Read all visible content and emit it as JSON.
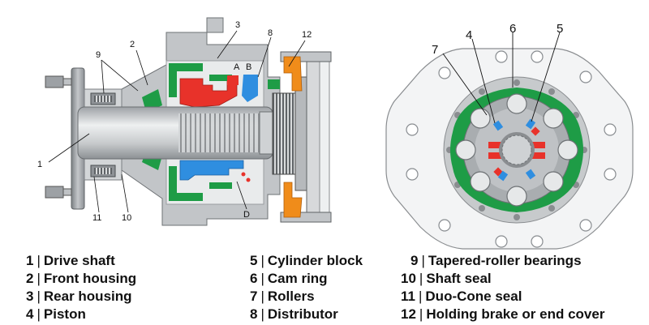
{
  "header": {
    "clipped_title": ""
  },
  "figures": {
    "section_view": {
      "callouts": [
        "1",
        "2",
        "3",
        "8",
        "12",
        "9",
        "10",
        "11",
        "D",
        "A",
        "B"
      ]
    },
    "end_view": {
      "callouts": [
        "7",
        "4",
        "6",
        "5"
      ]
    }
  },
  "legend": {
    "items": [
      {
        "num": "1",
        "text": "Drive shaft"
      },
      {
        "num": "2",
        "text": "Front housing"
      },
      {
        "num": "3",
        "text": "Rear housing"
      },
      {
        "num": "4",
        "text": "Piston"
      },
      {
        "num": "5",
        "text": "Cylinder block"
      },
      {
        "num": "6",
        "text": "Cam ring"
      },
      {
        "num": "7",
        "text": "Rollers"
      },
      {
        "num": "8",
        "text": "Distributor"
      },
      {
        "num": "9",
        "text": "Tapered-roller bearings"
      },
      {
        "num": "10",
        "text": "Shaft seal"
      },
      {
        "num": "11",
        "text": "Duo-Cone seal"
      },
      {
        "num": "12",
        "text": "Holding brake or end cover"
      }
    ]
  },
  "colors": {
    "red": "#e8322a",
    "blue": "#2f8ee0",
    "green": "#1e9c46",
    "orange": "#f08c1a",
    "gray_dark": "#8a8d90",
    "gray_mid": "#b9bcbf",
    "gray_light": "#dcdedf"
  }
}
